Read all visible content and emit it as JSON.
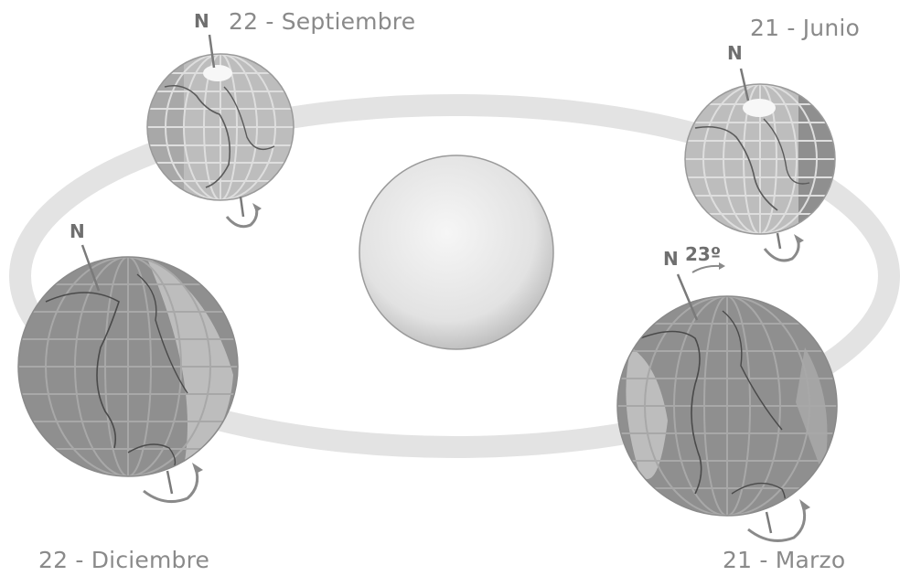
{
  "labels": {
    "september": "22 - Septiembre",
    "june": "21 - Junio",
    "december": "22 - Diciembre",
    "march": "21 - Marzo"
  },
  "north": "N",
  "tilt": "23º",
  "colors": {
    "orbit": "#e3e3e3",
    "sun": "#e6e6e6",
    "earth_day": "#b9b9b9",
    "earth_night": "#8f8f8f",
    "grid": "#e0e0e0",
    "text": "#8a8a8a"
  }
}
